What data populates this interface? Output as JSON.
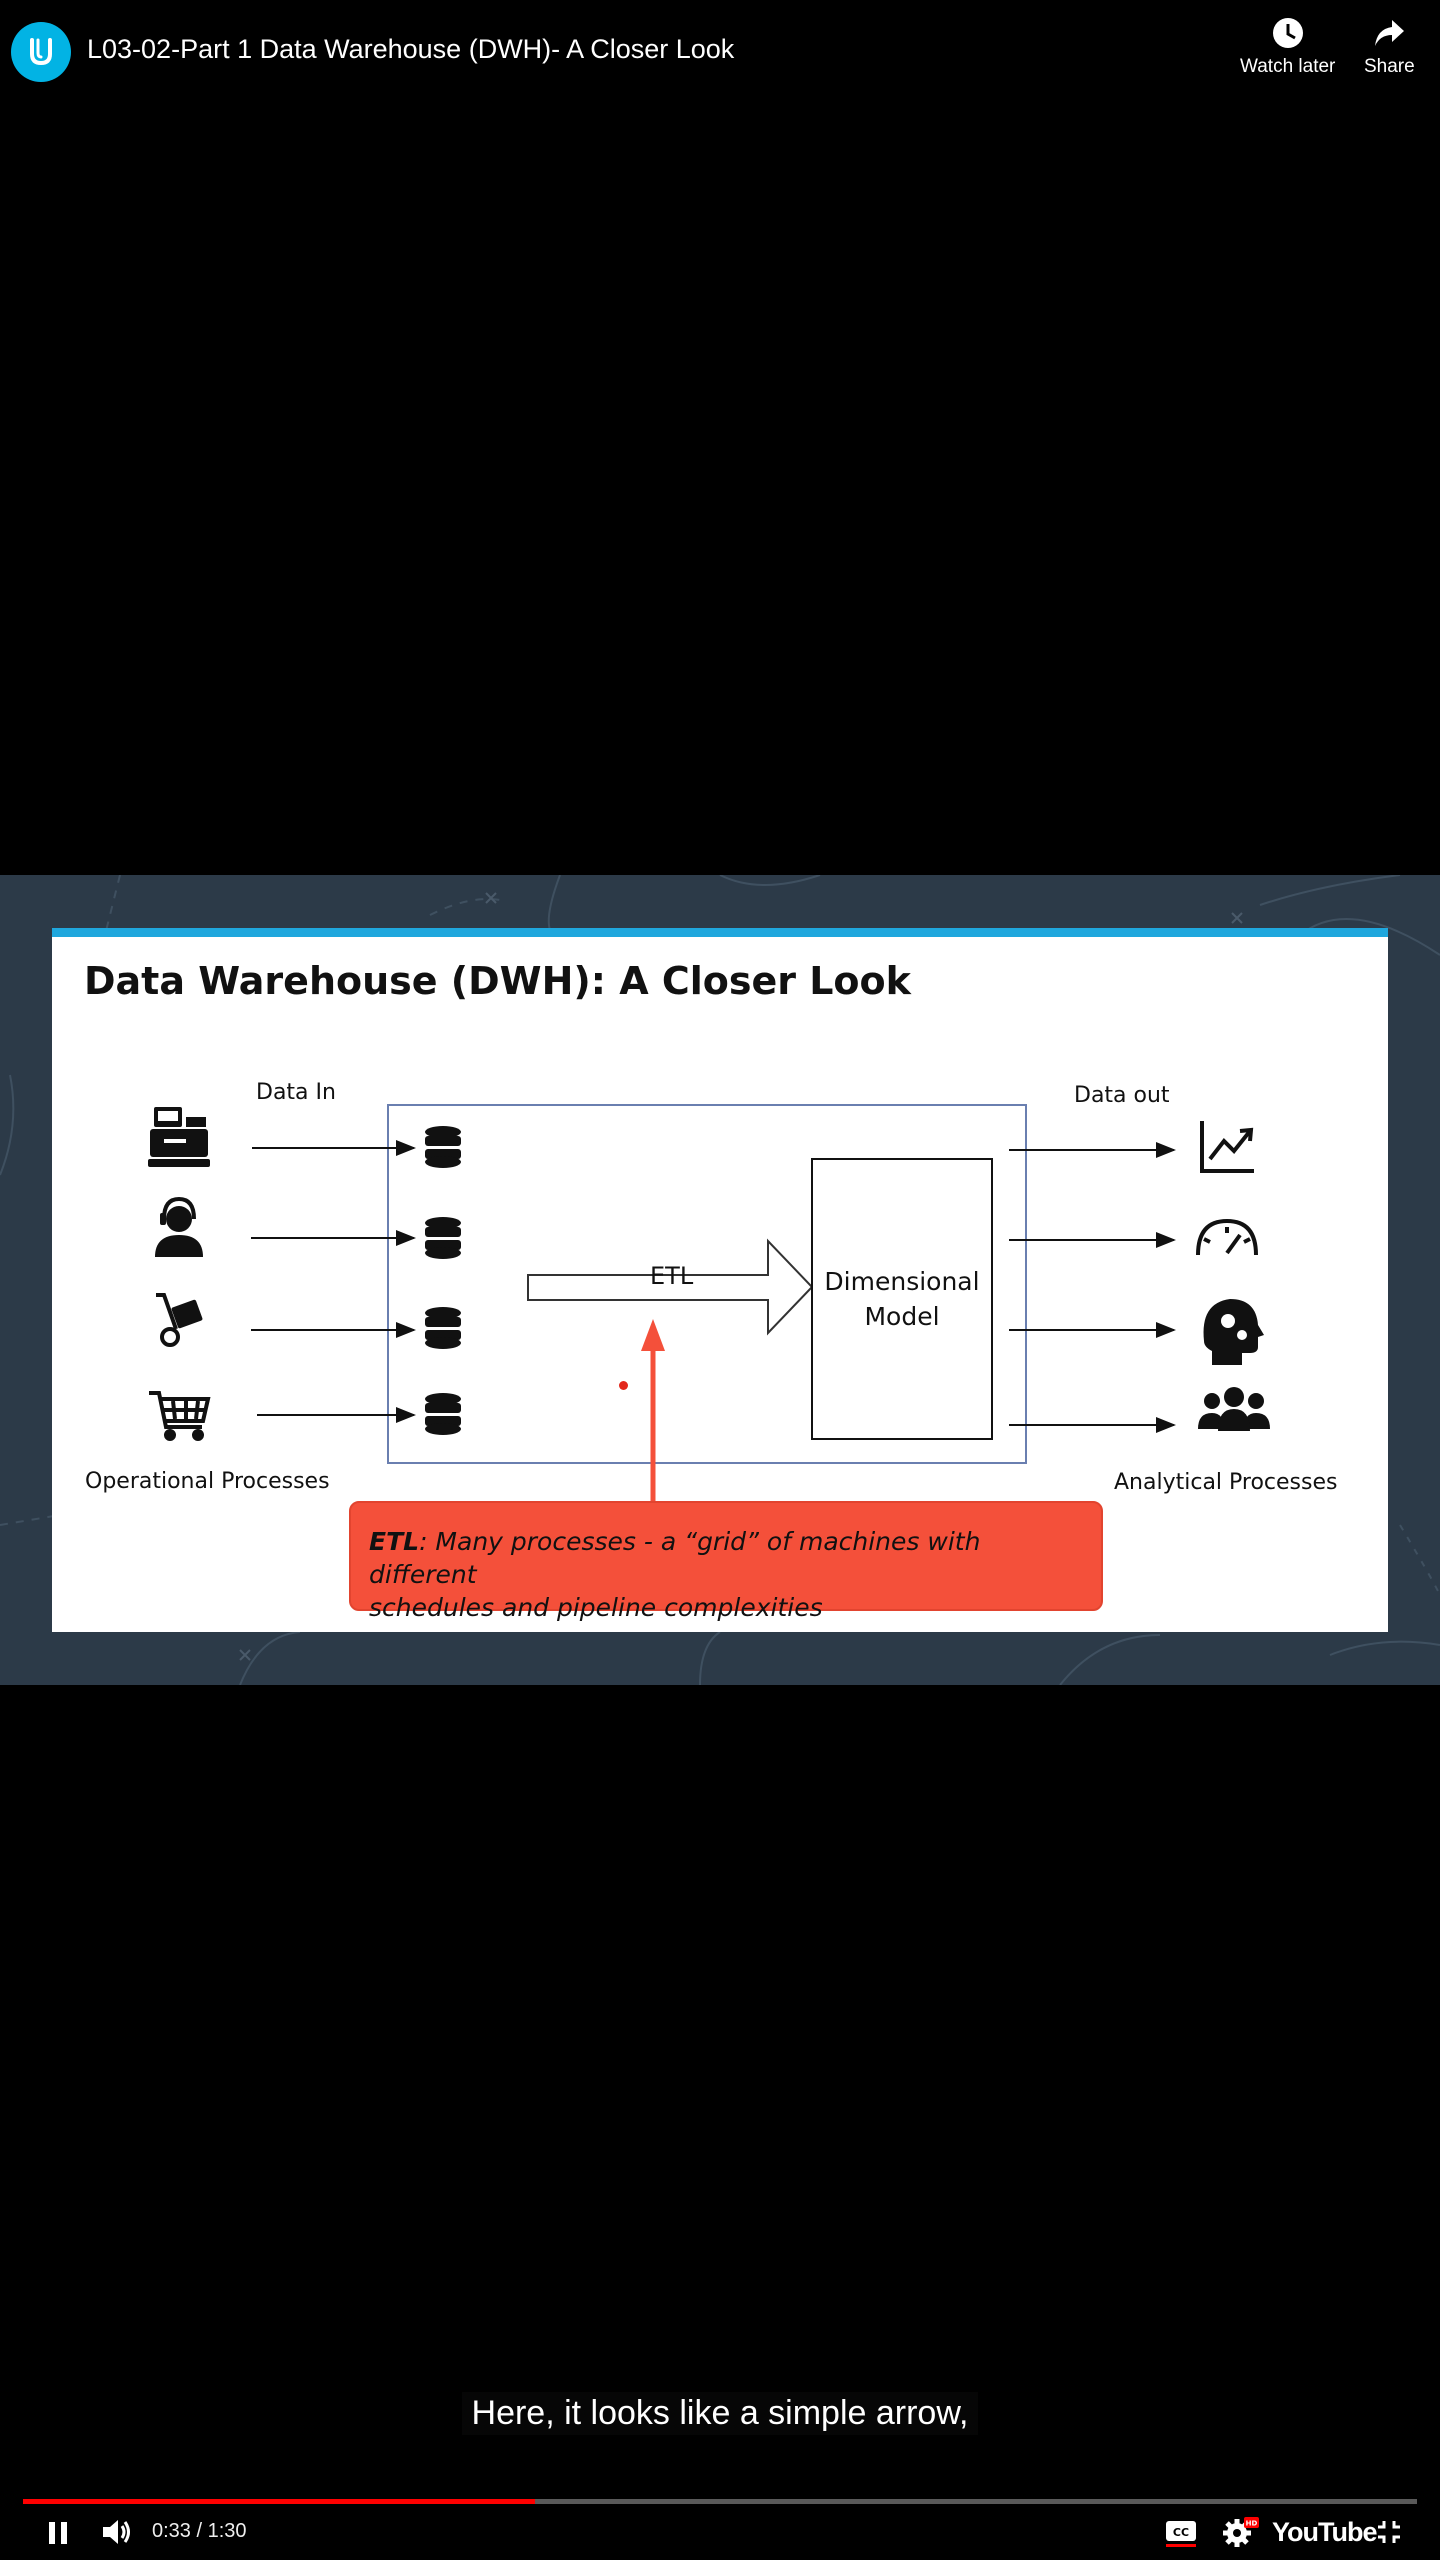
{
  "header": {
    "title": "L03-02-Part 1 Data Warehouse (DWH)- A Closer Look",
    "watch_later_label": "Watch later",
    "share_label": "Share"
  },
  "slide": {
    "title": "Data Warehouse (DWH): A Closer Look",
    "data_in_label": "Data In",
    "data_out_label": "Data out",
    "etl_label": "ETL",
    "dimensional_model_line1": "Dimensional",
    "dimensional_model_line2": "Model",
    "operational_label": "Operational Processes",
    "analytical_label": "Analytical Processes",
    "callout_bold": "ETL",
    "callout_line1": ": Many processes - a “grid” of machines with different",
    "callout_line2": "schedules and pipeline complexities",
    "source_icons": [
      "cash-register-icon",
      "support-agent-icon",
      "hand-truck-icon",
      "shopping-cart-icon"
    ],
    "output_icons": [
      "line-chart-icon",
      "speedometer-icon",
      "head-gears-icon",
      "people-group-icon"
    ],
    "accent_color": "#1fa7dd",
    "callout_color": "#f4503a"
  },
  "caption": {
    "text": "Here, it looks like a simple arrow,"
  },
  "player": {
    "time_display": "0:33 / 1:30",
    "progress_fraction": 0.367,
    "brand": "YouTube",
    "played_color": "#ff0000"
  }
}
